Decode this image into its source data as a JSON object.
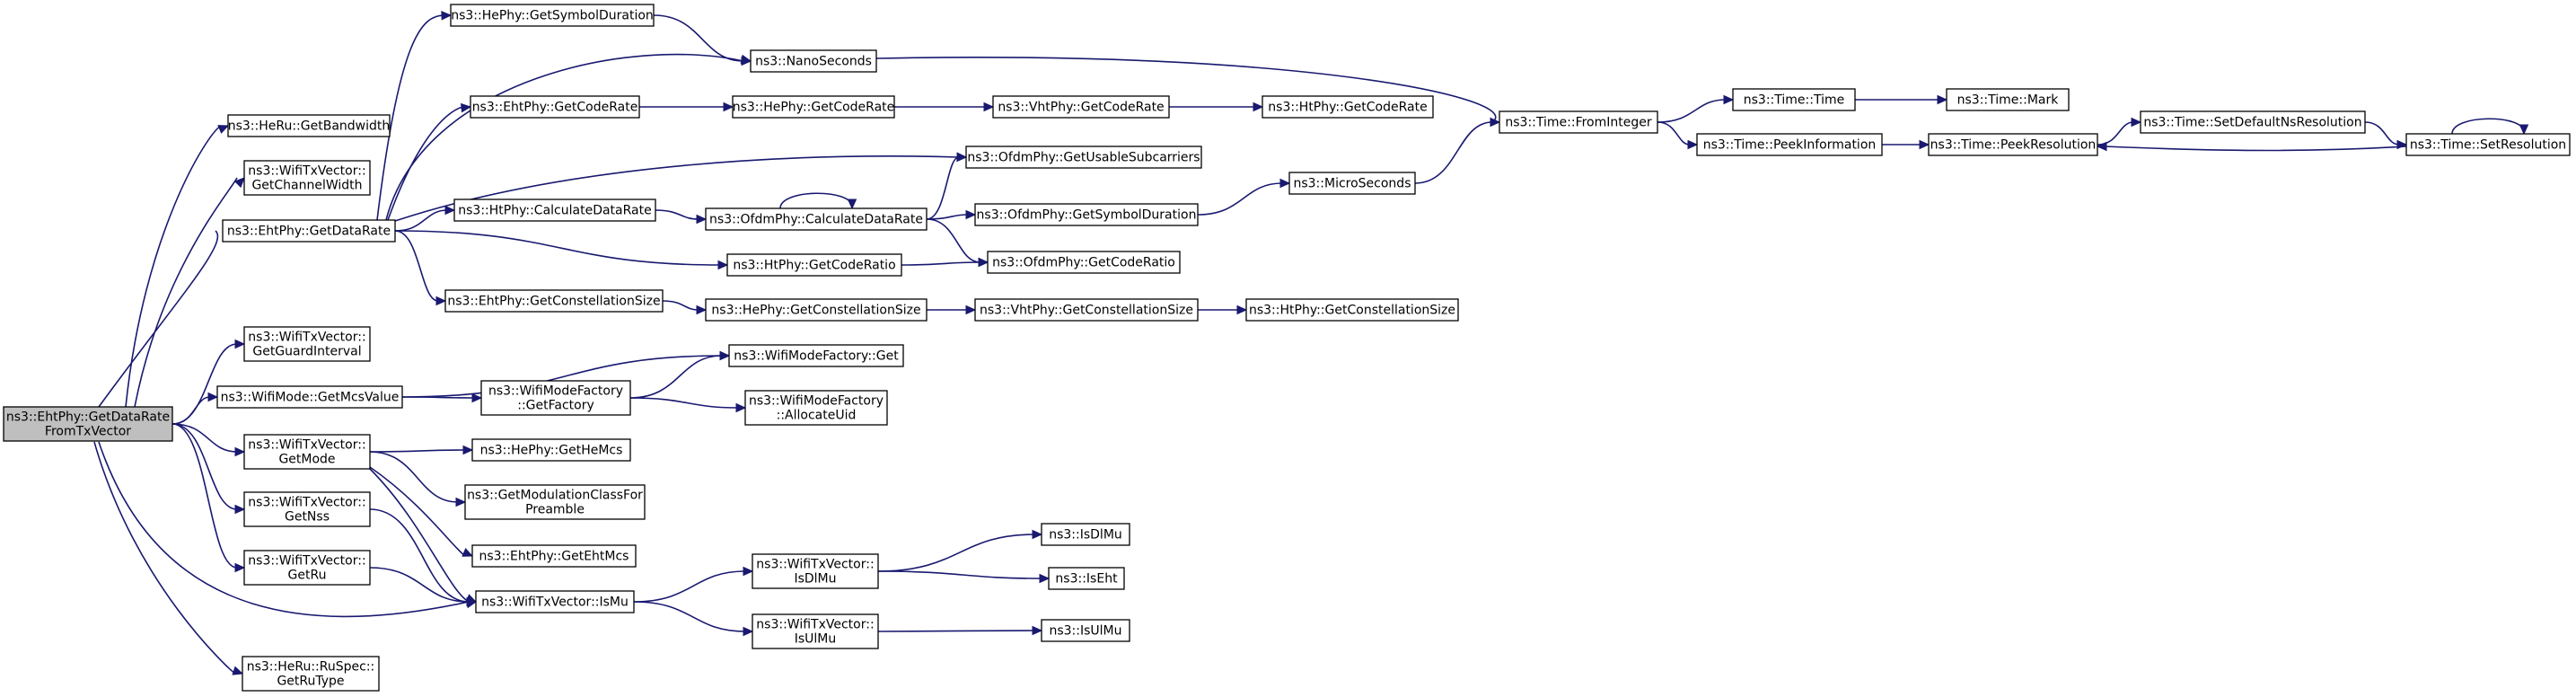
{
  "diagram": {
    "type": "call-graph",
    "nodes": [
      {
        "id": "root",
        "lines": [
          "ns3::EhtPhy::GetDataRate",
          "FromTxVector"
        ],
        "root": true
      },
      {
        "id": "heru_bw",
        "lines": [
          "ns3::HeRu::GetBandwidth"
        ]
      },
      {
        "id": "txv_cw",
        "lines": [
          "ns3::WifiTxVector::",
          "GetChannelWidth"
        ]
      },
      {
        "id": "eht_gdr",
        "lines": [
          "ns3::EhtPhy::GetDataRate"
        ]
      },
      {
        "id": "txv_gi",
        "lines": [
          "ns3::WifiTxVector::",
          "GetGuardInterval"
        ]
      },
      {
        "id": "wm_mcs",
        "lines": [
          "ns3::WifiMode::GetMcsValue"
        ]
      },
      {
        "id": "txv_mode",
        "lines": [
          "ns3::WifiTxVector::",
          "GetMode"
        ]
      },
      {
        "id": "txv_nss",
        "lines": [
          "ns3::WifiTxVector::",
          "GetNss"
        ]
      },
      {
        "id": "txv_ru",
        "lines": [
          "ns3::WifiTxVector::",
          "GetRu"
        ]
      },
      {
        "id": "rusp_type",
        "lines": [
          "ns3::HeRu::RuSpec::",
          "GetRuType"
        ]
      },
      {
        "id": "he_sym",
        "lines": [
          "ns3::HePhy::GetSymbolDuration"
        ]
      },
      {
        "id": "nano",
        "lines": [
          "ns3::NanoSeconds"
        ]
      },
      {
        "id": "eht_cr",
        "lines": [
          "ns3::EhtPhy::GetCodeRate"
        ]
      },
      {
        "id": "he_cr",
        "lines": [
          "ns3::HePhy::GetCodeRate"
        ]
      },
      {
        "id": "vht_cr",
        "lines": [
          "ns3::VhtPhy::GetCodeRate"
        ]
      },
      {
        "id": "ht_cr",
        "lines": [
          "ns3::HtPhy::GetCodeRate"
        ]
      },
      {
        "id": "ofdm_us",
        "lines": [
          "ns3::OfdmPhy::GetUsableSubcarriers"
        ]
      },
      {
        "id": "ht_cdr",
        "lines": [
          "ns3::HtPhy::CalculateDataRate"
        ]
      },
      {
        "id": "ofdm_cdr",
        "lines": [
          "ns3::OfdmPhy::CalculateDataRate"
        ]
      },
      {
        "id": "ofdm_sd",
        "lines": [
          "ns3::OfdmPhy::GetSymbolDuration"
        ]
      },
      {
        "id": "micro",
        "lines": [
          "ns3::MicroSeconds"
        ]
      },
      {
        "id": "ht_crat",
        "lines": [
          "ns3::HtPhy::GetCodeRatio"
        ]
      },
      {
        "id": "ofdm_crat",
        "lines": [
          "ns3::OfdmPhy::GetCodeRatio"
        ]
      },
      {
        "id": "eht_cs",
        "lines": [
          "ns3::EhtPhy::GetConstellationSize"
        ]
      },
      {
        "id": "he_cs",
        "lines": [
          "ns3::HePhy::GetConstellationSize"
        ]
      },
      {
        "id": "vht_cs",
        "lines": [
          "ns3::VhtPhy::GetConstellationSize"
        ]
      },
      {
        "id": "ht_cs",
        "lines": [
          "ns3::HtPhy::GetConstellationSize"
        ]
      },
      {
        "id": "wmf_get",
        "lines": [
          "ns3::WifiModeFactory::Get"
        ]
      },
      {
        "id": "wmf_gf",
        "lines": [
          "ns3::WifiModeFactory",
          "::GetFactory"
        ]
      },
      {
        "id": "wmf_au",
        "lines": [
          "ns3::WifiModeFactory",
          "::AllocateUid"
        ]
      },
      {
        "id": "he_mcs",
        "lines": [
          "ns3::HePhy::GetHeMcs"
        ]
      },
      {
        "id": "gmcfp",
        "lines": [
          "ns3::GetModulationClassFor",
          "Preamble"
        ]
      },
      {
        "id": "eht_mcs",
        "lines": [
          "ns3::EhtPhy::GetEhtMcs"
        ]
      },
      {
        "id": "txv_ismu",
        "lines": [
          "ns3::WifiTxVector::IsMu"
        ]
      },
      {
        "id": "txv_isdlmu",
        "lines": [
          "ns3::WifiTxVector::",
          "IsDlMu"
        ]
      },
      {
        "id": "txv_isulmu",
        "lines": [
          "ns3::WifiTxVector::",
          "IsUlMu"
        ]
      },
      {
        "id": "isdlmu",
        "lines": [
          "ns3::IsDlMu"
        ]
      },
      {
        "id": "iseht",
        "lines": [
          "ns3::IsEht"
        ]
      },
      {
        "id": "isulmu",
        "lines": [
          "ns3::IsUlMu"
        ]
      },
      {
        "id": "fromint",
        "lines": [
          "ns3::Time::FromInteger"
        ]
      },
      {
        "id": "time_time",
        "lines": [
          "ns3::Time::Time"
        ]
      },
      {
        "id": "time_mark",
        "lines": [
          "ns3::Time::Mark"
        ]
      },
      {
        "id": "peekinfo",
        "lines": [
          "ns3::Time::PeekInformation"
        ]
      },
      {
        "id": "peekres",
        "lines": [
          "ns3::Time::PeekResolution"
        ]
      },
      {
        "id": "setdef",
        "lines": [
          "ns3::Time::SetDefaultNsResolution"
        ]
      },
      {
        "id": "setres",
        "lines": [
          "ns3::Time::SetResolution"
        ]
      }
    ],
    "edges": [
      [
        "root",
        "heru_bw"
      ],
      [
        "root",
        "txv_cw"
      ],
      [
        "root",
        "eht_gdr"
      ],
      [
        "root",
        "txv_gi"
      ],
      [
        "root",
        "wm_mcs"
      ],
      [
        "root",
        "txv_mode"
      ],
      [
        "root",
        "txv_nss"
      ],
      [
        "root",
        "txv_ru"
      ],
      [
        "root",
        "txv_ismu"
      ],
      [
        "root",
        "rusp_type"
      ],
      [
        "eht_gdr",
        "he_sym"
      ],
      [
        "eht_gdr",
        "nano"
      ],
      [
        "eht_gdr",
        "eht_cr"
      ],
      [
        "eht_gdr",
        "ofdm_us"
      ],
      [
        "eht_gdr",
        "ht_cdr"
      ],
      [
        "eht_gdr",
        "ht_crat"
      ],
      [
        "eht_gdr",
        "eht_cs"
      ],
      [
        "he_sym",
        "nano"
      ],
      [
        "nano",
        "fromint"
      ],
      [
        "eht_cr",
        "he_cr"
      ],
      [
        "he_cr",
        "vht_cr"
      ],
      [
        "vht_cr",
        "ht_cr"
      ],
      [
        "ht_cdr",
        "ofdm_cdr"
      ],
      [
        "ofdm_cdr",
        "ofdm_cdr"
      ],
      [
        "ofdm_cdr",
        "ofdm_us"
      ],
      [
        "ofdm_cdr",
        "ofdm_sd"
      ],
      [
        "ofdm_cdr",
        "ofdm_crat"
      ],
      [
        "ofdm_sd",
        "micro"
      ],
      [
        "micro",
        "fromint"
      ],
      [
        "ht_crat",
        "ofdm_crat"
      ],
      [
        "eht_cs",
        "he_cs"
      ],
      [
        "he_cs",
        "vht_cs"
      ],
      [
        "vht_cs",
        "ht_cs"
      ],
      [
        "wm_mcs",
        "wmf_get"
      ],
      [
        "wm_mcs",
        "wmf_gf"
      ],
      [
        "wmf_gf",
        "wmf_get"
      ],
      [
        "wmf_gf",
        "wmf_au"
      ],
      [
        "txv_mode",
        "he_mcs"
      ],
      [
        "txv_mode",
        "gmcfp"
      ],
      [
        "txv_mode",
        "eht_mcs"
      ],
      [
        "txv_mode",
        "txv_ismu"
      ],
      [
        "txv_nss",
        "txv_ismu"
      ],
      [
        "txv_ru",
        "txv_ismu"
      ],
      [
        "txv_ismu",
        "txv_isdlmu"
      ],
      [
        "txv_ismu",
        "txv_isulmu"
      ],
      [
        "txv_isdlmu",
        "isdlmu"
      ],
      [
        "txv_isdlmu",
        "iseht"
      ],
      [
        "txv_isulmu",
        "isulmu"
      ],
      [
        "fromint",
        "time_time"
      ],
      [
        "fromint",
        "peekinfo"
      ],
      [
        "time_time",
        "time_mark"
      ],
      [
        "peekinfo",
        "peekres"
      ],
      [
        "peekres",
        "setdef"
      ],
      [
        "setdef",
        "setres"
      ],
      [
        "setres",
        "peekres"
      ],
      [
        "setres",
        "setres"
      ]
    ],
    "colors": {
      "edge": "#191970",
      "node_border": "#000000",
      "node_fill": "#ffffff",
      "root_fill": "#bfbfbf"
    }
  }
}
